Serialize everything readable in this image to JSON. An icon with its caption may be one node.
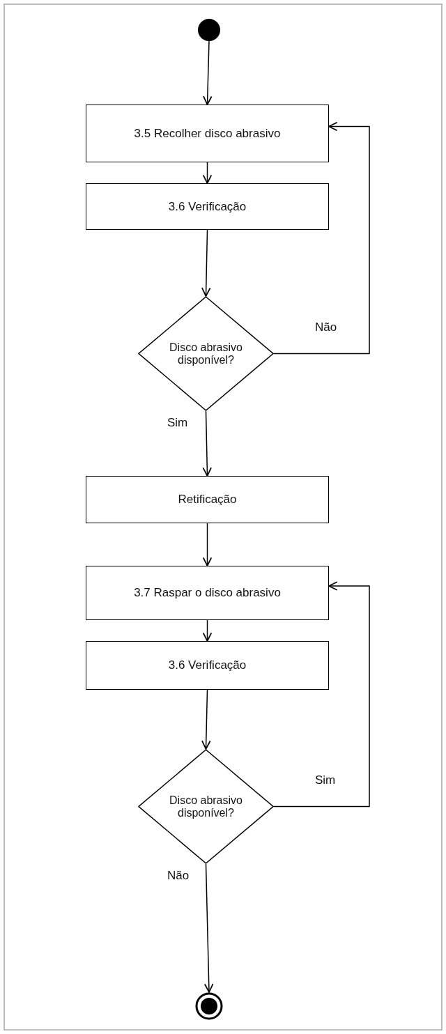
{
  "diagram": {
    "nodes": [
      {
        "text": [],
        "shape": "circle"
      },
      {
        "text": [
          "3.5 Recolher disco abrasivo"
        ]
      },
      {
        "text": [
          "3.6 Verificação"
        ]
      },
      {
        "text": [
          "Disco abrasivo disponível?"
        ]
      },
      {
        "text": [
          "Retificação"
        ]
      },
      {
        "text": [
          "3.7 Raspar o disco abrasivo"
        ]
      },
      {
        "text": [
          "3.6 Verificação"
        ]
      },
      {
        "text": [
          "Disco abrasivo disponível?"
        ]
      },
      {
        "text": [],
        "shape": "circle"
      }
    ],
    "edges": [
      {
        "from": 0,
        "to": 1,
        "arrow": "to"
      },
      {
        "from": 1,
        "to": 2,
        "arrow": "to"
      },
      {
        "from": 2,
        "to": 3,
        "arrow": "to"
      },
      {
        "from": 3,
        "to": 1,
        "arrow": "to",
        "label": "Não"
      },
      {
        "from": 3,
        "to": 4,
        "arrow": "to",
        "label": "Sim"
      },
      {
        "from": 4,
        "to": 5,
        "arrow": "to"
      },
      {
        "from": 5,
        "to": 6,
        "arrow": "to"
      },
      {
        "from": 6,
        "to": 7,
        "arrow": "to"
      },
      {
        "from": 7,
        "to": 5,
        "arrow": "to",
        "label": "Sim"
      },
      {
        "from": 7,
        "to": 8,
        "arrow": "to",
        "label": "Não"
      }
    ]
  }
}
